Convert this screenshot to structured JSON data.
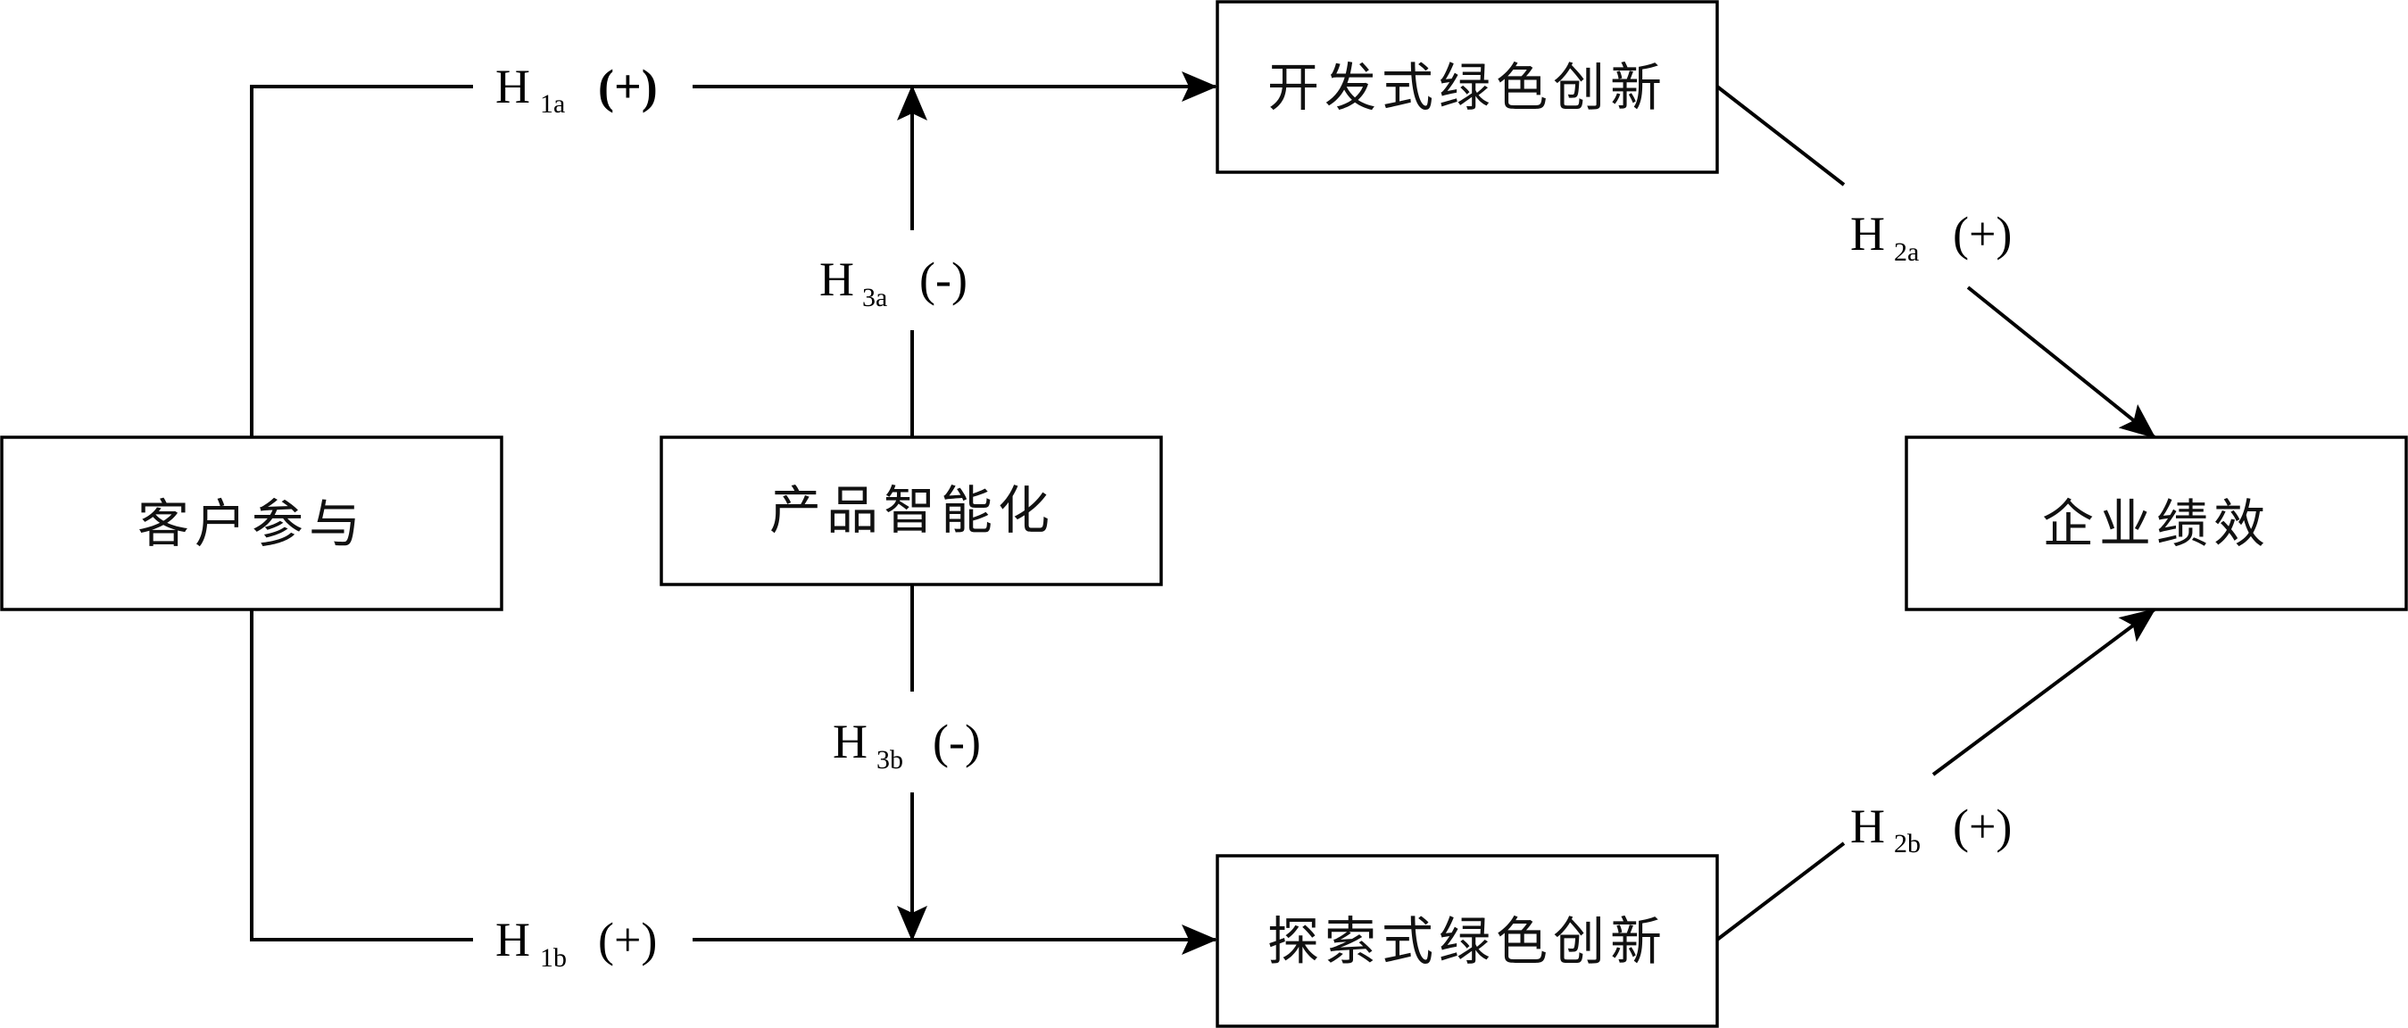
{
  "boxes": {
    "customer_participation": "客户参与",
    "product_intelligence": "产品智能化",
    "exploitative_green_innovation": "开发式绿色创新",
    "exploratory_green_innovation": "探索式绿色创新",
    "firm_performance": "企业绩效"
  },
  "hypotheses": {
    "h1a": {
      "letter": "H",
      "sub": "1a",
      "sign": "(+)"
    },
    "h1b": {
      "letter": "H",
      "sub": "1b",
      "sign": "(+)"
    },
    "h2a": {
      "letter": "H",
      "sub": "2a",
      "sign": "(+)"
    },
    "h2b": {
      "letter": "H",
      "sub": "2b",
      "sign": "(+)"
    },
    "h3a": {
      "letter": "H",
      "sub": "3a",
      "sign": "(-)"
    },
    "h3b": {
      "letter": "H",
      "sub": "3b",
      "sign": "(-)"
    }
  },
  "colors": {
    "stroke": "#000000",
    "background": "#ffffff"
  }
}
